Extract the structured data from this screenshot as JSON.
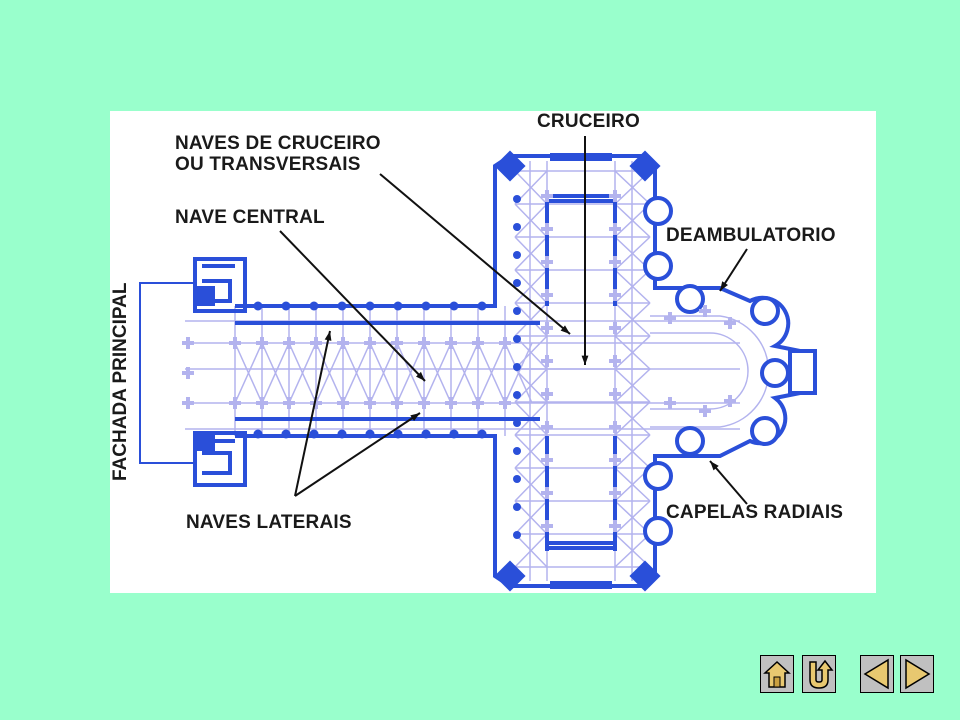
{
  "labels": {
    "cruceiro": "CRUCEIRO",
    "naves_de_cruceiro_1": "NAVES DE CRUCEIRO",
    "naves_de_cruceiro_2": "OU TRANSVERSAIS",
    "nave_central": "NAVE CENTRAL",
    "deambulatorio": "DEAMBULATORIO",
    "fachada_principal": "FACHADA PRINCIPAL",
    "naves_laterais": "NAVES LATERAIS",
    "capelas_radiais": "CAPELAS RADIAIS"
  },
  "colors": {
    "background": "#99ffcc",
    "plan_blue": "#2a4fd9",
    "plan_light": "#b3b3ee",
    "text": "#1a1a1a"
  },
  "nav_buttons": [
    {
      "name": "home-button",
      "icon": "house-icon"
    },
    {
      "name": "return-button",
      "icon": "u-turn-arrow-icon"
    },
    {
      "name": "previous-button",
      "icon": "triangle-left-icon"
    },
    {
      "name": "next-button",
      "icon": "triangle-right-icon"
    }
  ]
}
